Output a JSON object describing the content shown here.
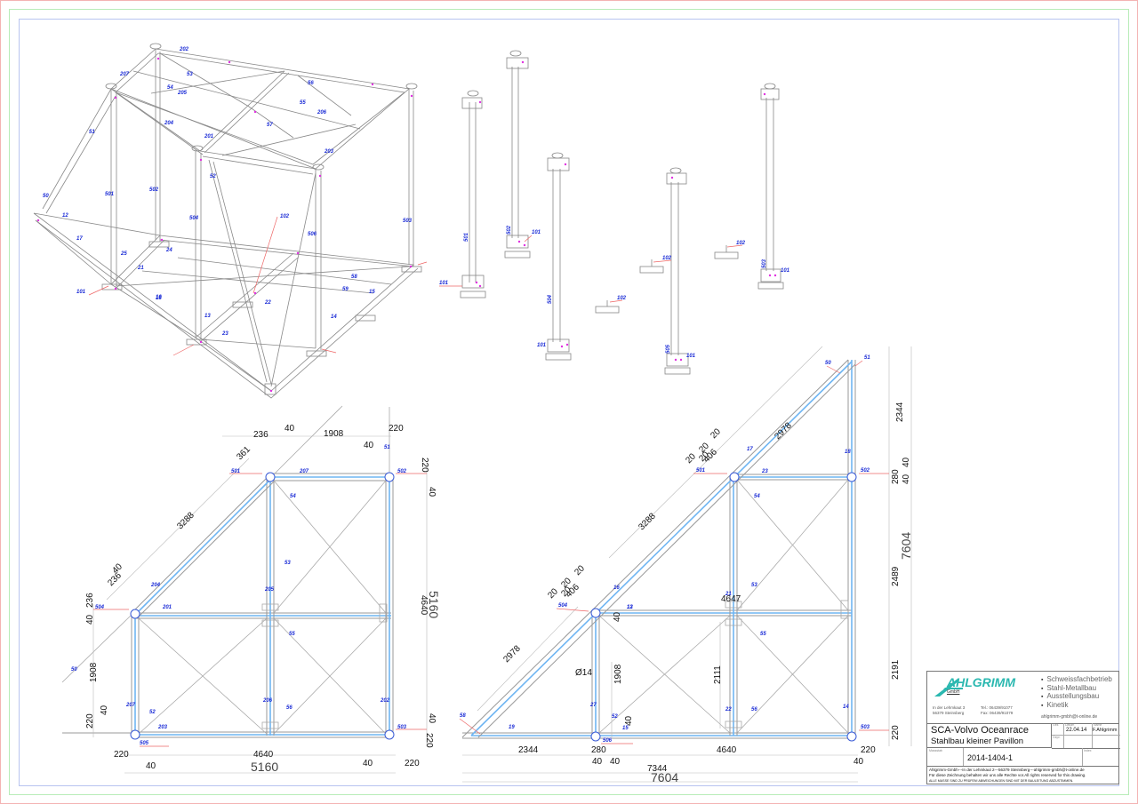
{
  "drawing": {
    "domain": "steel-structure shop drawing",
    "views": {
      "isometric_assembly": {
        "part_labels": [
          "202",
          "207",
          "53",
          "54",
          "205",
          "204",
          "201",
          "51",
          "50",
          "501",
          "502",
          "504",
          "506",
          "503",
          "203",
          "206",
          "55",
          "56",
          "57",
          "52",
          "12",
          "17",
          "18",
          "23",
          "21",
          "25",
          "24",
          "101",
          "102",
          "13",
          "16",
          "22",
          "15",
          "14",
          "58",
          "59"
        ]
      },
      "isometric_columns": {
        "part_labels": [
          "501",
          "502",
          "504",
          "505",
          "503",
          "101",
          "102"
        ]
      },
      "left_elevation": {
        "dimensions_top": [
          "236",
          "40",
          "1908",
          "40",
          "220"
        ],
        "dim_diagonal_upper": "361",
        "dim_diagonal_length": "3288",
        "dim_diagonal_lower": [
          "236",
          "40"
        ],
        "dims_left": [
          "236",
          "40",
          "1908",
          "40",
          "220"
        ],
        "dims_right": [
          "220",
          "40",
          "4640",
          "5160",
          "40",
          "220"
        ],
        "dims_bottom": [
          "220",
          "40",
          "4640",
          "40",
          "220"
        ],
        "total_bottom": "5160",
        "part_labels": [
          "501",
          "207",
          "502",
          "51",
          "204",
          "54",
          "53",
          "201",
          "205",
          "55",
          "504",
          "50",
          "207",
          "52",
          "203",
          "206",
          "56",
          "202",
          "503",
          "505"
        ]
      },
      "right_elevation": {
        "dim_diagonal_upper": "2978",
        "dim_diagonal_middle": "3288",
        "dim_diagonal_lower": "2978",
        "dims_small_upper": [
          "20",
          "20",
          "20",
          "20",
          "406"
        ],
        "dims_small_lower": [
          "20",
          "20",
          "20",
          "20",
          "406"
        ],
        "dims_right": [
          "2344",
          "40",
          "280",
          "40",
          "2489",
          "7604",
          "2191",
          "220"
        ],
        "dim_hole": "Ø14",
        "dim_vertical_left": "1908",
        "dim_vertical_mid": "2111",
        "dim_label_mid": "4647",
        "dim_40": "40",
        "dims_bottom": [
          "2344",
          "280",
          "4640",
          "220"
        ],
        "dims_bottom_small": [
          "40",
          "40",
          "40"
        ],
        "total_inner": "7344",
        "total_bottom": "7604",
        "part_labels": [
          "50",
          "51",
          "17",
          "18",
          "501",
          "23",
          "502",
          "54",
          "16",
          "504",
          "13",
          "21",
          "53",
          "55",
          "12",
          "27",
          "52",
          "15",
          "22",
          "56",
          "14",
          "506",
          "503",
          "58",
          "19"
        ]
      }
    }
  },
  "title_block": {
    "company": "AHLGRIMM",
    "company_sub": "GmbH",
    "address_line1": "In der Lehmkaut 3",
    "address_line2": "56379 Steinsberg",
    "tel": "Tel.: 06439/91077",
    "fax": "Fax: 06439/91079",
    "services": [
      "Schweissfachbetrieb",
      "Stahl-Metallbau",
      "Ausstellungsbau",
      "Kinetik"
    ],
    "email": "ahlgrimm-gmbh@t-online.de",
    "project_title": "SCA-Volvo Oceanrace",
    "project_subtitle": "Stahlbau kleiner Pavillon",
    "label_date": "Datum",
    "label_name": "Name",
    "label_drawn": "Gez.",
    "label_checked": "Gepr.",
    "date": "22.04.14",
    "name": "F.Ahlgrimm",
    "label_drawing_no": "Massstab",
    "drawing_number": "2014-1404-1",
    "label_index": "Index",
    "footer_line1": "Ahlgrimm-Gmbh---In der Lehmkaut 2---56379 Steinsberg---ahlgrimm-gmbh@t-online.de",
    "footer_line2": "Für diese Zeichnung behalten wir uns alle Rechte vor.All rights reserved for this drawing.",
    "footer_line3": "ALLE MASSE SIND ZU PRÜFEN! ABWEICHUNGEN SIND MIT DER BAULEITUNG ABZUSTIMMEN."
  }
}
